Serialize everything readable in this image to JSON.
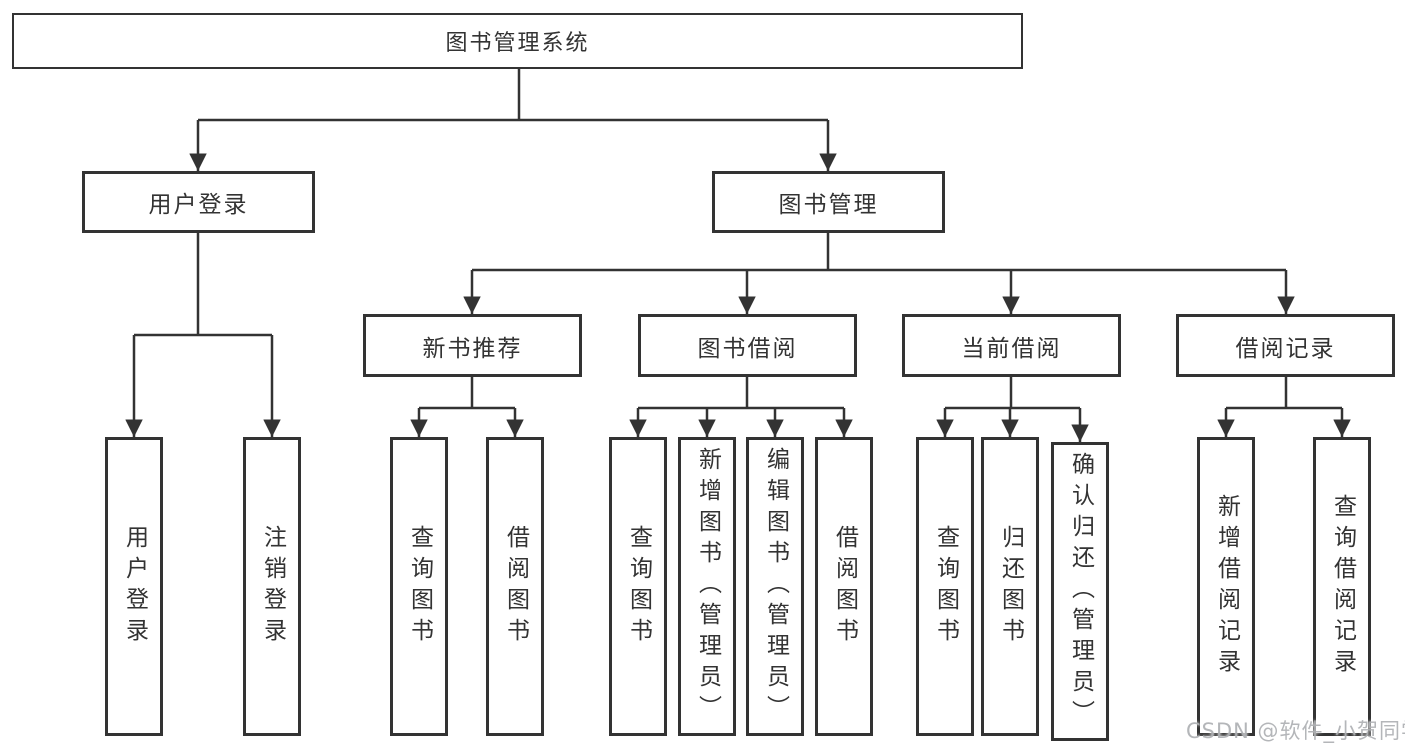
{
  "diagram": {
    "root": {
      "label": "图书管理系统"
    },
    "user_login": {
      "label": "用户登录",
      "children": [
        {
          "label": "用户登录"
        },
        {
          "label": "注销登录"
        }
      ]
    },
    "book_mgmt": {
      "label": "图书管理",
      "sections": [
        {
          "label": "新书推荐",
          "children": [
            {
              "label": "查询图书"
            },
            {
              "label": "借阅图书"
            }
          ]
        },
        {
          "label": "图书借阅",
          "children": [
            {
              "label": "查询图书"
            },
            {
              "label": "新增图书（管理员）"
            },
            {
              "label": "编辑图书（管理员）"
            },
            {
              "label": "借阅图书"
            }
          ]
        },
        {
          "label": "当前借阅",
          "children": [
            {
              "label": "查询图书"
            },
            {
              "label": "归还图书"
            },
            {
              "label": "确认归还（管理员）"
            }
          ]
        },
        {
          "label": "借阅记录",
          "children": [
            {
              "label": "新增借阅记录"
            },
            {
              "label": "查询借阅记录"
            }
          ]
        }
      ]
    },
    "line_color": "#333333",
    "watermark": "CSDN @软件_小贺同学"
  }
}
